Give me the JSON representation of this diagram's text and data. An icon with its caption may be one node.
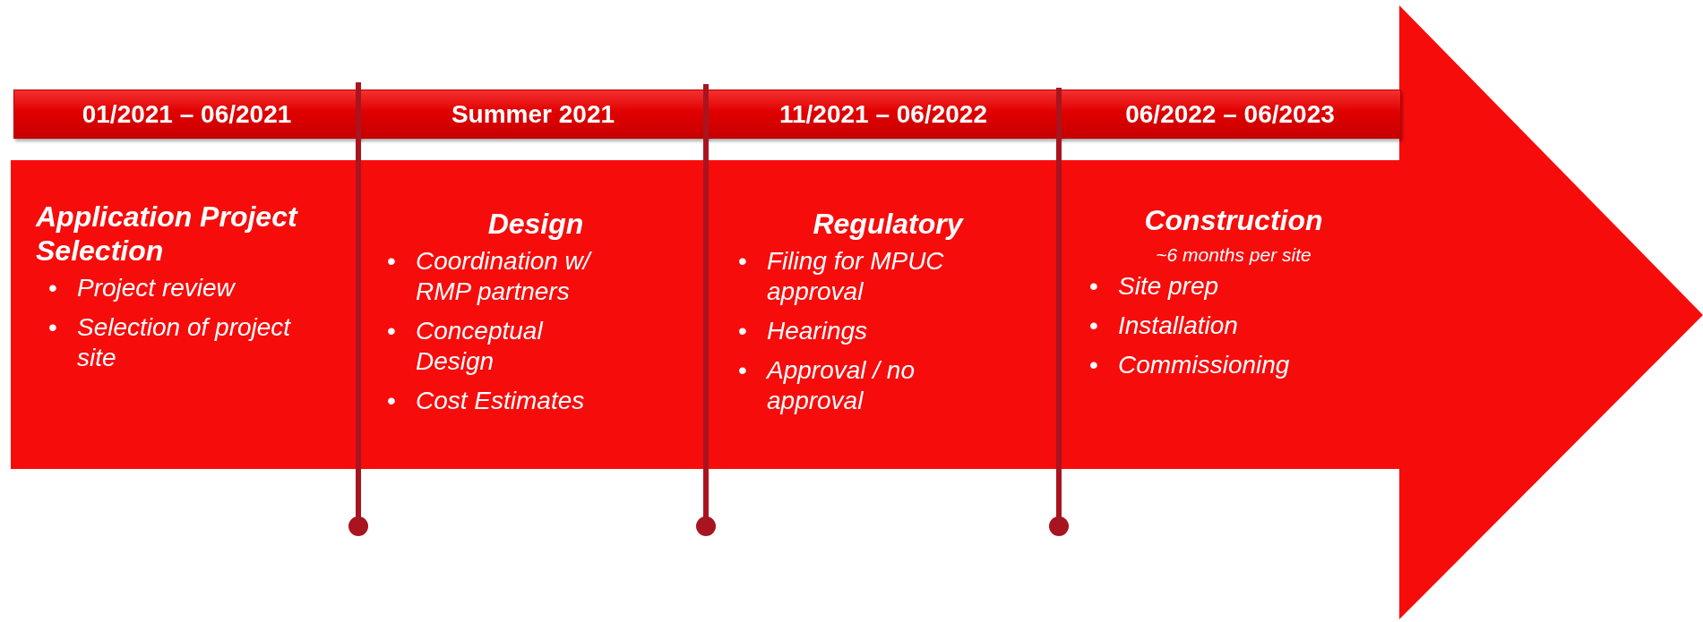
{
  "diagram": {
    "nodes": [
      {
        "text": [
          "01/2021 – 06/2021"
        ]
      },
      {
        "text": [
          "Application Project Selection",
          "Project review",
          "Selection of project site"
        ]
      },
      {
        "text": [
          "Summer 2021"
        ]
      },
      {
        "text": [
          "Design",
          "Coordination w/ RMP partners",
          "Conceptual Design",
          "Cost Estimates"
        ]
      },
      {
        "text": [
          "11/2021 – 06/2022"
        ]
      },
      {
        "text": [
          "Regulatory",
          "Filing for MPUC approval",
          "Hearings",
          "Approval / no approval"
        ]
      },
      {
        "text": [
          "06/2022 – 06/2023"
        ]
      },
      {
        "text": [
          "Construction",
          "~6 months per site",
          "Site prep",
          "Installation",
          "Commissioning"
        ]
      }
    ],
    "labels": [
      "•",
      "•",
      "•",
      "•",
      "•",
      "•",
      "•",
      "•",
      "•",
      "•",
      "•"
    ]
  }
}
